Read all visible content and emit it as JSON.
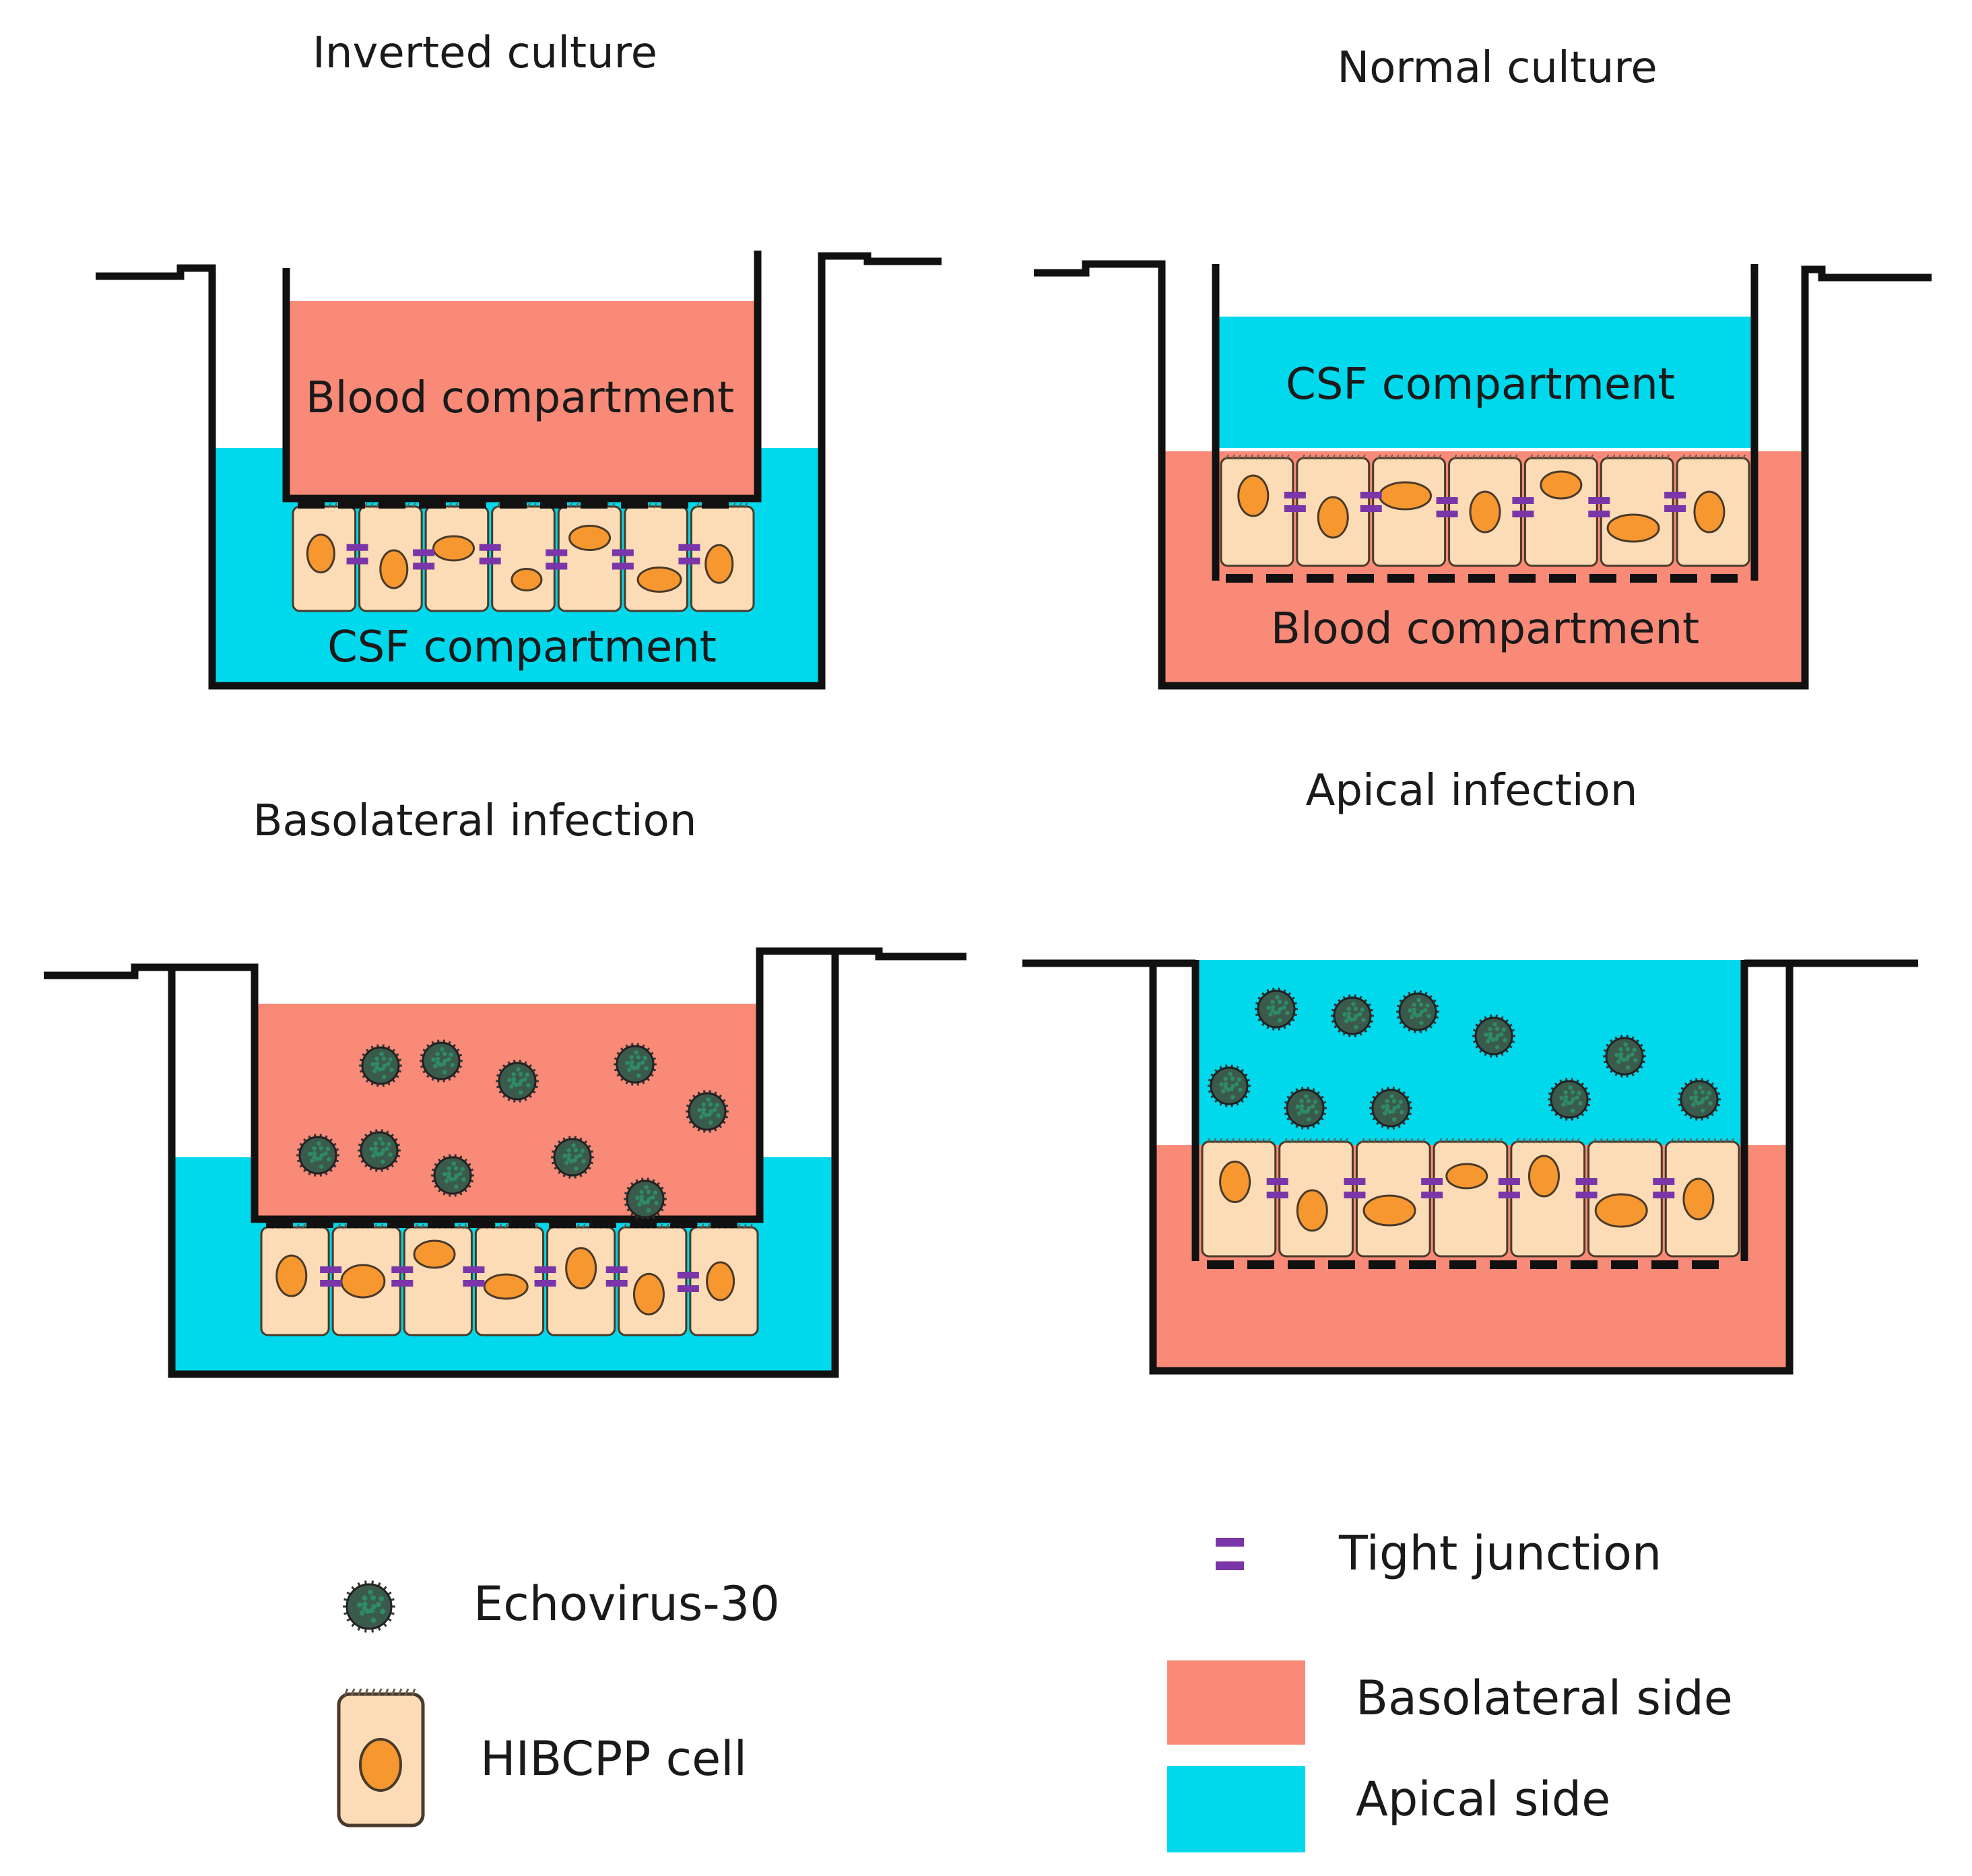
{
  "panels": {
    "inverted": {
      "title": "Inverted culture",
      "upper_label": "Blood compartment",
      "lower_label": "CSF compartment"
    },
    "normal": {
      "title": "Normal culture",
      "upper_label": "CSF compartment",
      "lower_label": "Blood compartment"
    },
    "basolateral": {
      "title": "Basolateral infection"
    },
    "apical": {
      "title": "Apical infection"
    }
  },
  "legend": {
    "virus": "Echovirus-30",
    "cell": "HIBCPP cell",
    "junction": "Tight junction",
    "basolateral": "Basolateral side",
    "apical": "Apical side"
  },
  "colors": {
    "blood": "#f98a78",
    "csf": "#00d8ec",
    "cell_fill": "#fbdcb6",
    "nucleus": "#f6982f",
    "junction": "#7a35a8",
    "outline": "#111111",
    "virus": "#2f8a66"
  }
}
